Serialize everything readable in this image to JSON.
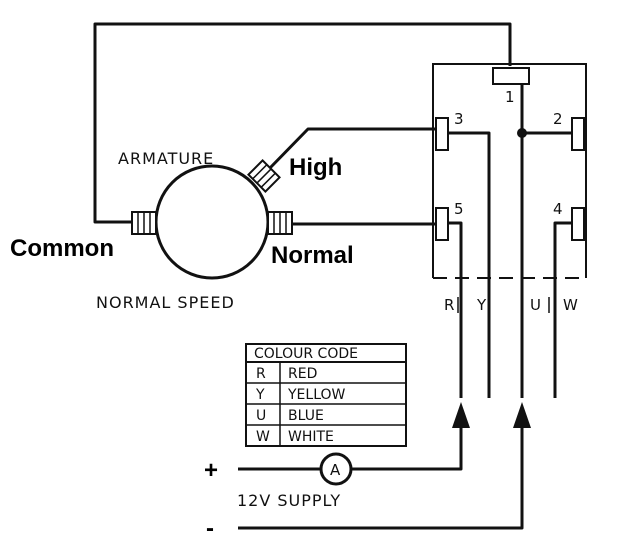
{
  "labels": {
    "armature": "ARMATURE",
    "high": "High",
    "common": "Common",
    "normal": "Normal",
    "normal_speed": "NORMAL SPEED",
    "supply": "12V SUPPLY",
    "plus": "+",
    "minus": "-",
    "ammeter": "A"
  },
  "terminals": {
    "t1": "1",
    "t2": "2",
    "t3": "3",
    "t4": "4",
    "t5": "5"
  },
  "wire_letters": {
    "r": "R",
    "y": "Y",
    "u": "U",
    "w": "W"
  },
  "colour_code": {
    "title": "COLOUR CODE",
    "rows": [
      {
        "code": "R",
        "name": "RED"
      },
      {
        "code": "Y",
        "name": "YELLOW"
      },
      {
        "code": "U",
        "name": "BLUE"
      },
      {
        "code": "W",
        "name": "WHITE"
      }
    ]
  }
}
